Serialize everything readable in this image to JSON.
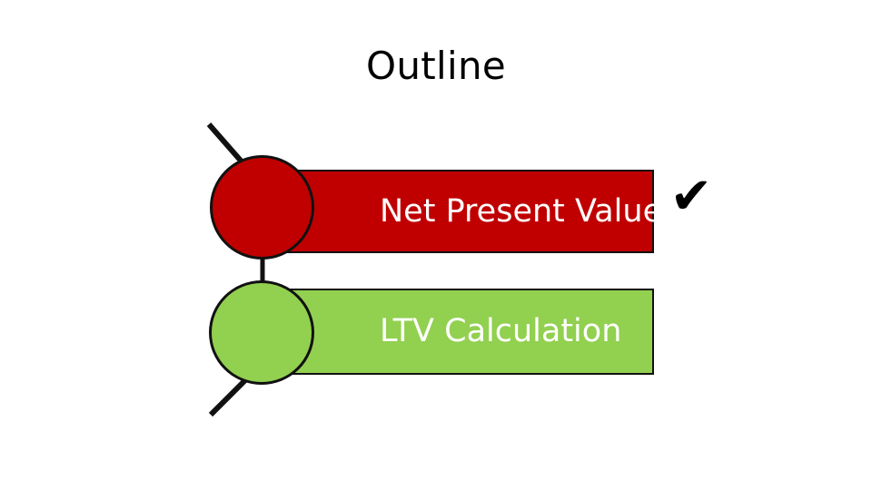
{
  "slide": {
    "title": "Outline",
    "background_color": "#FFFFFF"
  },
  "agenda": {
    "items": [
      {
        "label": "Net Present Value",
        "bar_color": "#C00000",
        "bubble_color": "#C00000",
        "text_color": "#FFFFFF",
        "outline_color": "#111111",
        "status_mark": "✔",
        "status_mark_name": "check-icon",
        "completed": true
      },
      {
        "label": "LTV Calculation",
        "bar_color": "#92D050",
        "bubble_color": "#92D050",
        "text_color": "#FFFFFF",
        "outline_color": "#111111",
        "status_mark": "",
        "status_mark_name": "",
        "completed": false
      }
    ]
  },
  "connectors": {
    "stroke_color": "#111111",
    "top_stub": "diagonal line above first bubble",
    "middle_link": "vertical line between bubbles",
    "bottom_stub": "diagonal line below second bubble"
  }
}
